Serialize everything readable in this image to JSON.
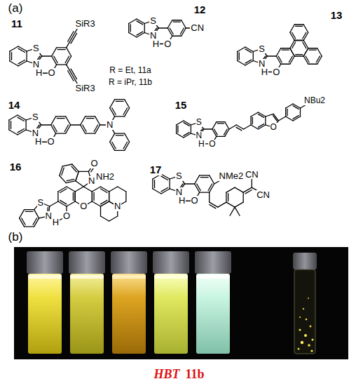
{
  "diagram": {
    "labels": [
      "(a)",
      "SiR3",
      "SiR3",
      "S",
      "N",
      "H",
      "O",
      "11",
      "R = Et, 11a",
      "R = iPr, 11b",
      "S",
      "N",
      "H",
      "O",
      "CN",
      "12",
      "S",
      "N",
      "H",
      "O",
      "13",
      "S",
      "N",
      "H",
      "O",
      "N",
      "14",
      "S",
      "N",
      "H",
      "O",
      "O",
      "NBu2",
      "15",
      "O",
      "N",
      "NH2",
      "S",
      "N",
      "H",
      "O",
      "O",
      "N",
      "16",
      "S",
      "N",
      "H",
      "O",
      "NMe2",
      "CN",
      "CN",
      "17",
      "(b)",
      "HBT",
      "11b"
    ]
  }
}
